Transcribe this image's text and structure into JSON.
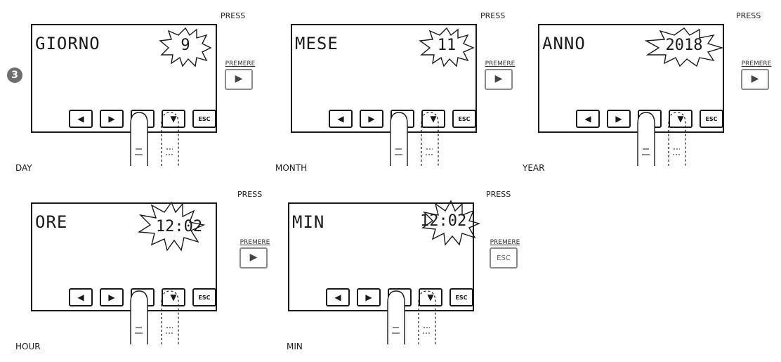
{
  "step_number": "3",
  "press_label": "PRESS",
  "premere_label": "PREMERE",
  "keys": {
    "left": "◀",
    "right": "▶",
    "up": "▲",
    "down": "▼",
    "esc": "ESC"
  },
  "panels": [
    {
      "id": "day",
      "field": "GIORNO",
      "value": "9",
      "caption": "DAY",
      "confirm_key": "▶"
    },
    {
      "id": "month",
      "field": "MESE",
      "value": "11",
      "caption": "MONTH",
      "confirm_key": "▶"
    },
    {
      "id": "year",
      "field": "ANNO",
      "value": "2018",
      "caption": "YEAR",
      "confirm_key": "▶"
    },
    {
      "id": "hour",
      "field": "ORE",
      "value": "12:02",
      "caption": "HOUR",
      "confirm_key": "▶"
    },
    {
      "id": "min",
      "field": "MIN",
      "value": "12:02",
      "caption": "MIN",
      "confirm_key": "ESC"
    }
  ],
  "colors": {
    "line": "#1a1a1a",
    "button_outline": "#8a8a8a",
    "badge": "#6e6e6e"
  }
}
